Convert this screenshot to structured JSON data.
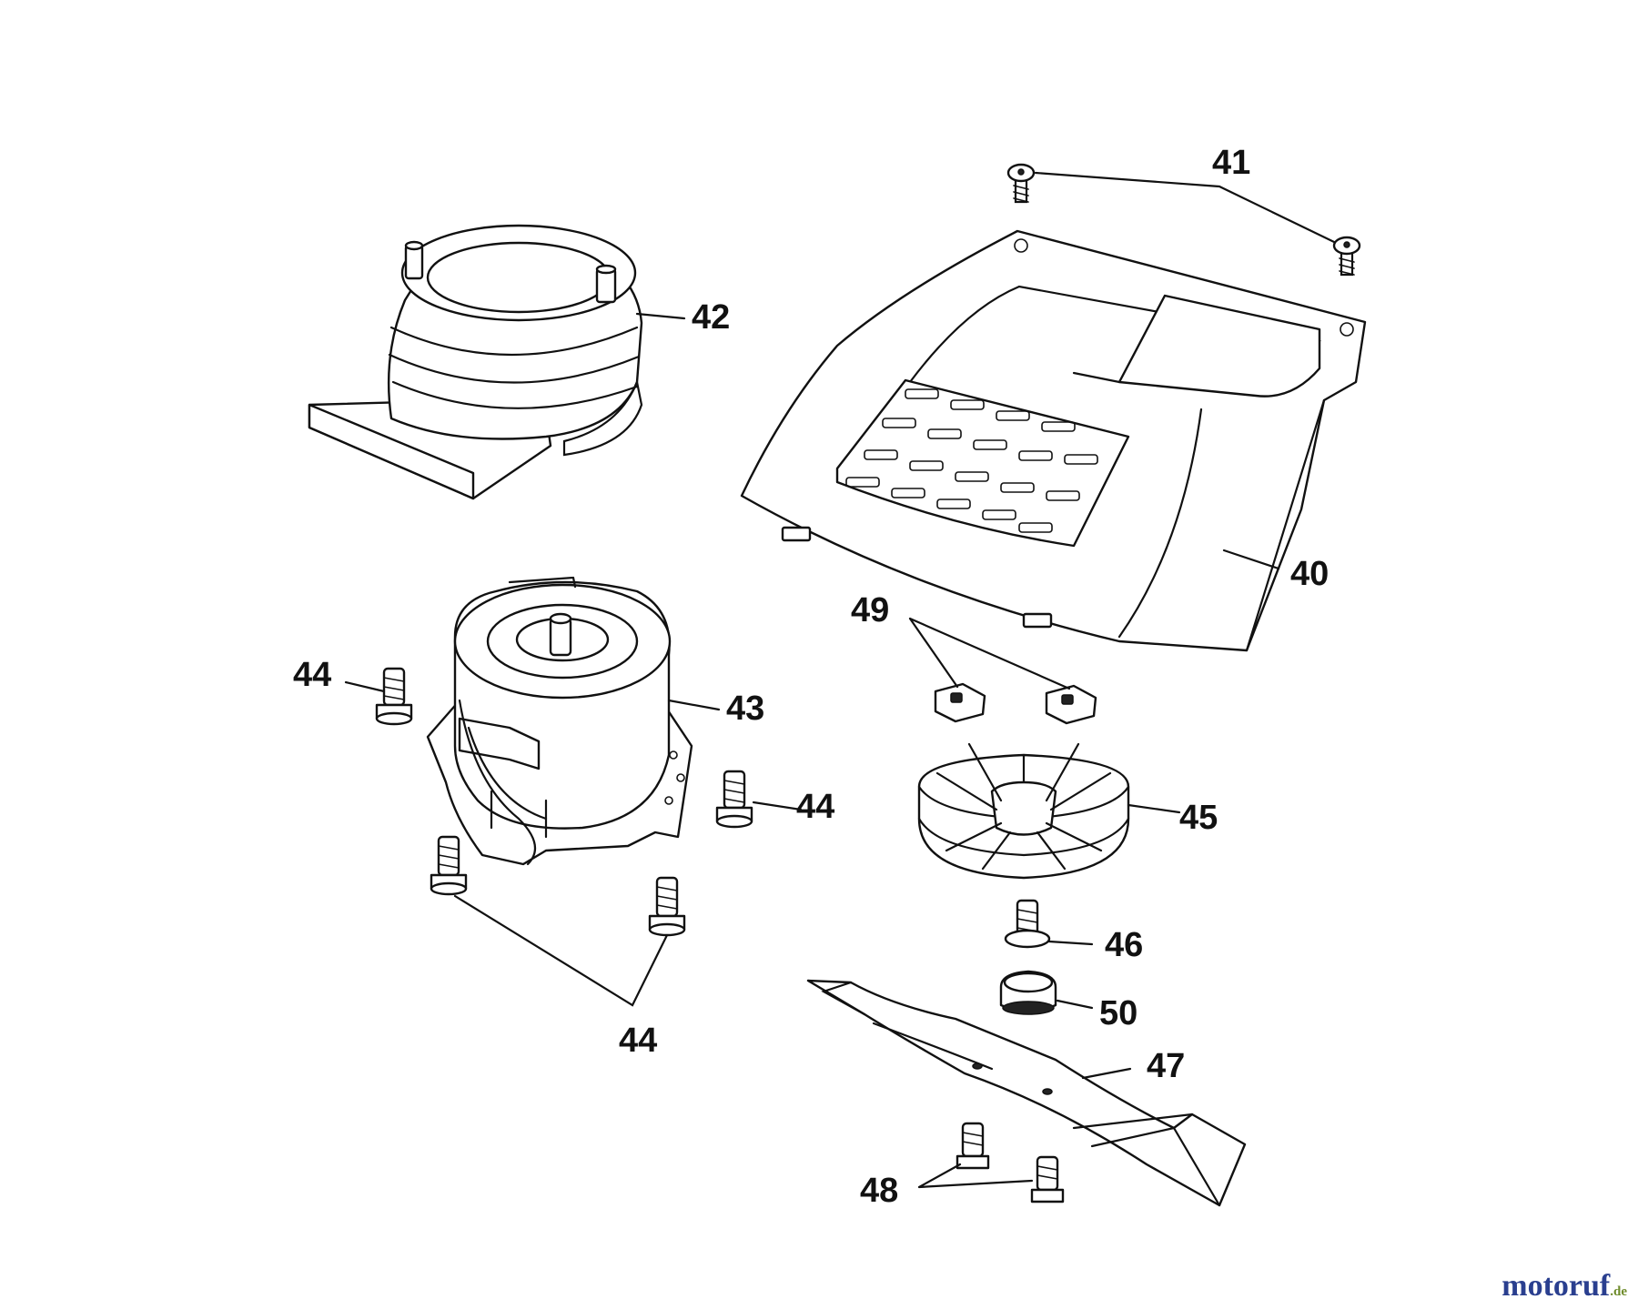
{
  "labels": {
    "l40": "40",
    "l41": "41",
    "l42": "42",
    "l43": "43",
    "l44a": "44",
    "l44b": "44",
    "l44c": "44",
    "l45": "45",
    "l46": "46",
    "l47": "47",
    "l48": "48",
    "l49": "49",
    "l50": "50"
  },
  "watermark": {
    "name": "motoruf",
    "suffix": ".de"
  },
  "colors": {
    "line": "#111111",
    "watermark_main": "#2a3f8f",
    "watermark_suffix": "#6e8b2a"
  }
}
